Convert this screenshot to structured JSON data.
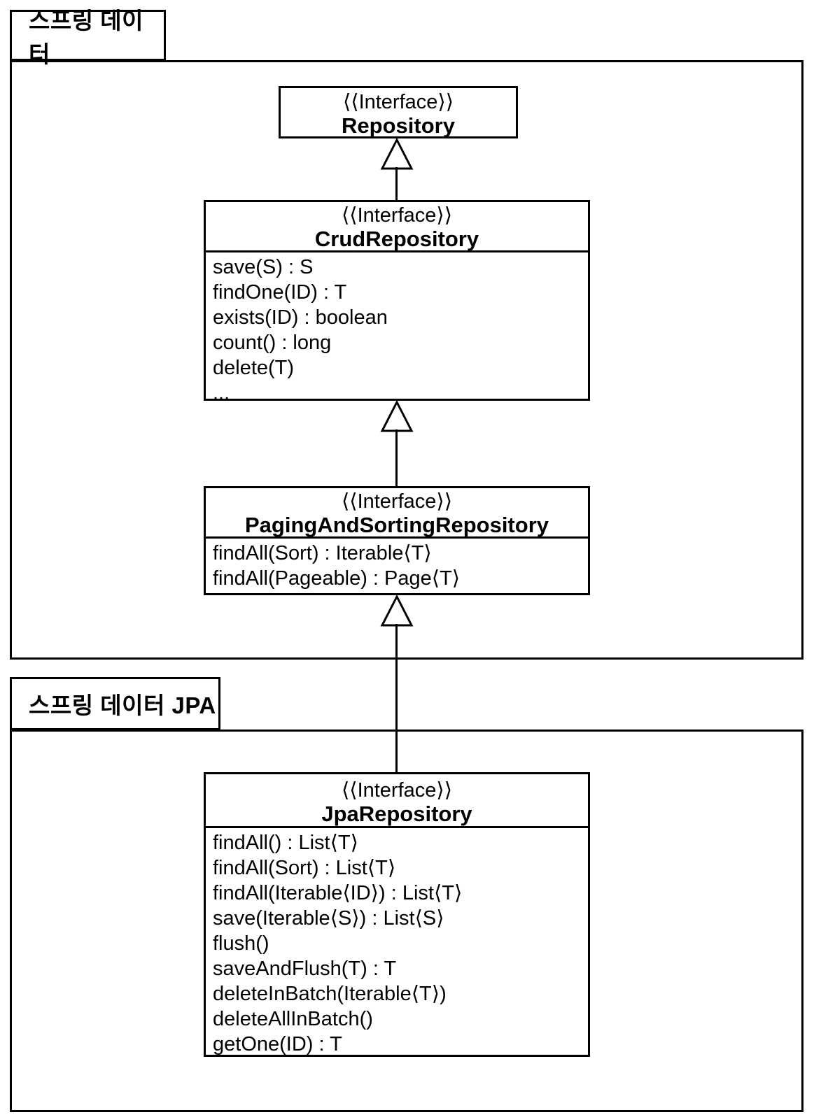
{
  "diagram": {
    "colors": {
      "line": "#000000",
      "background": "#ffffff"
    },
    "packages": [
      {
        "label": "스프링 데이터"
      },
      {
        "label": "스프링 데이터 JPA"
      }
    ],
    "classes": {
      "repository": {
        "stereotype": "⟨⟨Interface⟩⟩",
        "name": "Repository"
      },
      "crud": {
        "stereotype": "⟨⟨Interface⟩⟩",
        "name": "CrudRepository",
        "methods": [
          "save(S) : S",
          "findOne(ID) : T",
          "exists(ID) : boolean",
          "count() : long",
          "delete(T)",
          "..."
        ]
      },
      "paging": {
        "stereotype": "⟨⟨Interface⟩⟩",
        "name": "PagingAndSortingRepository",
        "methods": [
          "findAll(Sort) : Iterable⟨T⟩",
          "findAll(Pageable) : Page⟨T⟩"
        ]
      },
      "jpa": {
        "stereotype": "⟨⟨Interface⟩⟩",
        "name": "JpaRepository",
        "methods": [
          "findAll() : List⟨T⟩",
          "findAll(Sort) : List⟨T⟩",
          "findAll(Iterable⟨ID⟩) : List⟨T⟩",
          "save(Iterable⟨S⟩) : List⟨S⟩",
          "flush()",
          "saveAndFlush(T) : T",
          "deleteInBatch(Iterable⟨T⟩)",
          "deleteAllInBatch()",
          "getOne(ID) : T"
        ]
      }
    }
  }
}
